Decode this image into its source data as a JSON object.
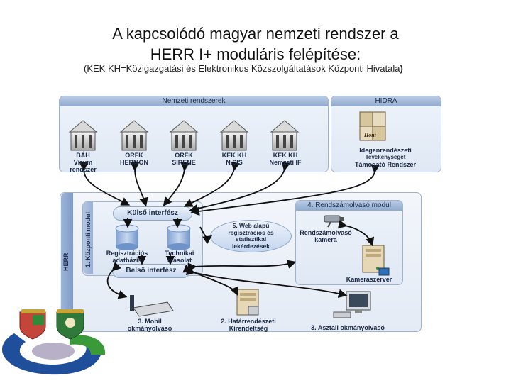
{
  "title": {
    "line1": "A kapcsolódó magyar nemzeti rendszer a",
    "line2": "HERR I+ moduláris felépítése:",
    "subtitle_main": "(KEK KH=Közigazgatási és Elektronikus Közszolgáltatások Központi Hivatala",
    "subtitle_close": ")"
  },
  "national": {
    "header": "Nemzeti rendszerek",
    "systems": [
      {
        "line1": "BÁH",
        "line2": "Vízum rendszer"
      },
      {
        "line1": "ORFK",
        "line2": "HERMON"
      },
      {
        "line1": "ORFK",
        "line2": "SIRENE"
      },
      {
        "line1": "KEK KH",
        "line2": "N.SIS"
      },
      {
        "line1": "KEK KH",
        "line2": "Nemzeti IF"
      }
    ]
  },
  "hidra": {
    "header": "HIDRA",
    "doc_label": "Honi",
    "line1": "Idegenrendészeti",
    "line2": "Tevékenységet",
    "line3": "Támogató Rendszer"
  },
  "herr": {
    "side_label": "HERR",
    "central_label": "1. Központi modul",
    "external_interface": "Külső interfész",
    "internal_interface": "Belső interfész",
    "db1": {
      "line1": "Regisztrációs",
      "line2": "adatbázis"
    },
    "db2": {
      "line1": "Technikai",
      "line2": "másolat"
    },
    "web": {
      "line1": "5. Web alapú",
      "line2": "regisztrációs és",
      "line3": "statisztikai",
      "line4": "lekérdezések"
    },
    "plate_module": {
      "header": "4. Rendszámolvasó modul",
      "camera": {
        "line1": "Rendszámolvasó",
        "line2": "kamera"
      },
      "server": "Kameraszerver"
    },
    "mobile": {
      "line1": "3. Mobil",
      "line2": "okmányolvasó"
    },
    "border": {
      "line1": "2. Határrendészeti",
      "line2": "Kirendeltség"
    },
    "desktop": "3. Asztali okmányolvasó"
  },
  "colors": {
    "panel_border": "#9fb3cf",
    "header_blue": "#8fa9cf",
    "arrow": "#111111",
    "logo_blue": "#1f4e9a",
    "logo_green": "#3a9a3a"
  }
}
